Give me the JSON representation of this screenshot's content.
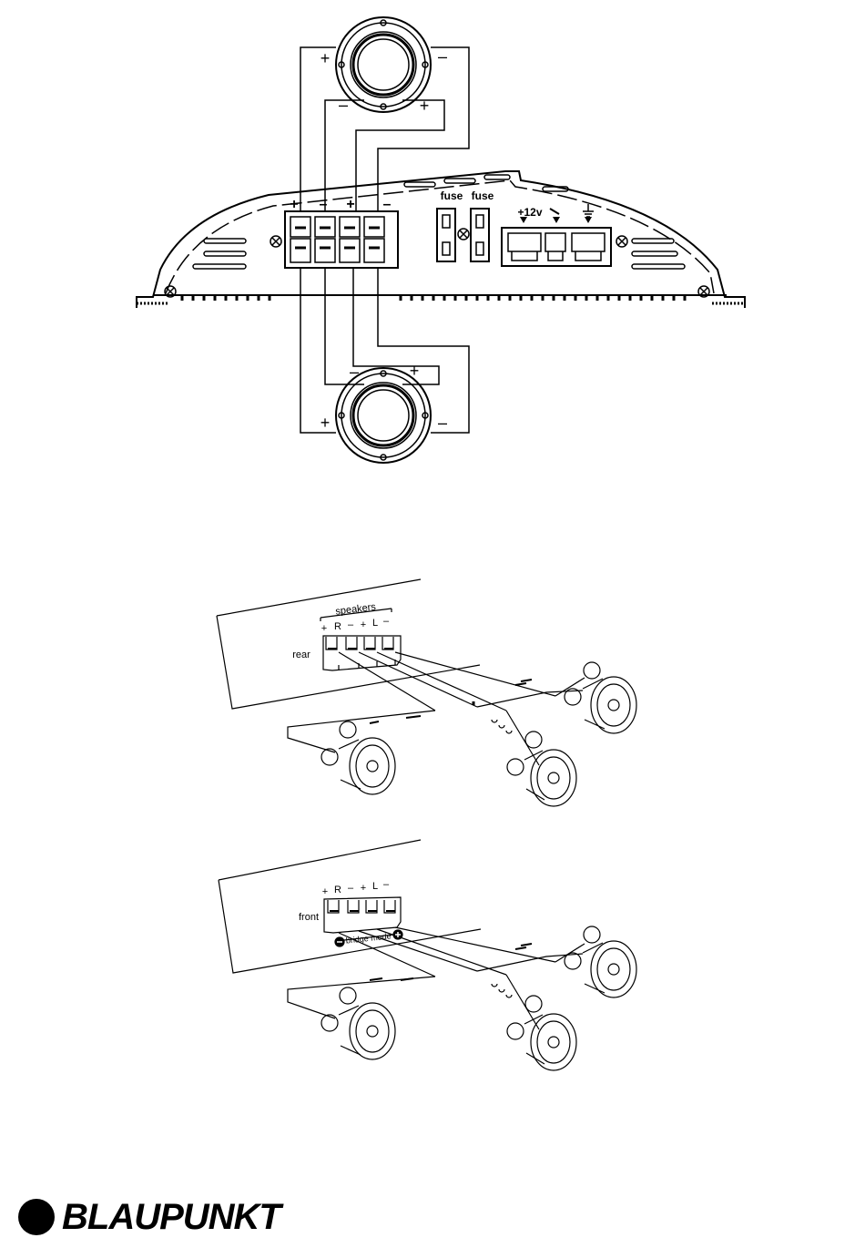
{
  "amp_diagram": {
    "fuse_labels": [
      "fuse",
      "fuse"
    ],
    "terminal_polarity": [
      "+",
      "–",
      "+",
      "–"
    ],
    "power_labels": {
      "plus12v": "+12v"
    },
    "speaker_top": {
      "outer_plus": "+",
      "outer_minus": "–",
      "inner_minus": "–",
      "inner_plus": "+"
    },
    "speaker_bottom": {
      "outer_plus": "+",
      "outer_minus": "–",
      "inner_minus": "–",
      "inner_plus": "+"
    }
  },
  "rear_diagram": {
    "header": "speakers",
    "side_label": "rear",
    "terminal_labels": [
      "+",
      "R",
      "–",
      "+",
      "L",
      "–"
    ]
  },
  "front_diagram": {
    "side_label": "front",
    "terminal_labels": [
      "+",
      "R",
      "–",
      "+",
      "L",
      "–"
    ],
    "bridge_label": "bridge mode"
  },
  "brand": {
    "name": "BLAUPUNKT"
  }
}
